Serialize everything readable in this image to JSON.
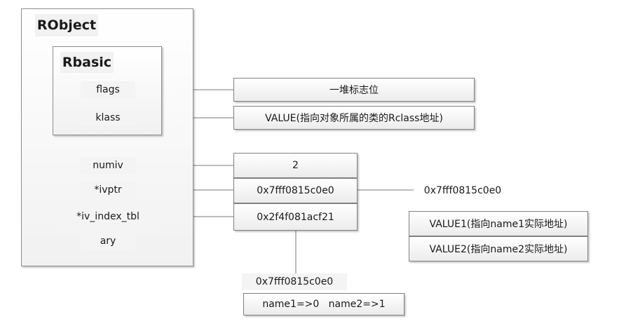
{
  "robject": {
    "title": "RObject",
    "rbasic": {
      "title": "Rbasic",
      "fields": [
        "flags",
        "klass"
      ]
    },
    "fields": [
      "numiv",
      "*ivptr",
      "*iv_index_tbl",
      "ary"
    ]
  },
  "flags_value": "一堆标志位",
  "klass_value": "VALUE(指向对象所属的类的Rclass地址)",
  "field_values": [
    "2",
    "0x7fff0815c0e0",
    "0x2f4f081acf21"
  ],
  "ivptr_address": "0x7fff0815c0e0",
  "ivptr_array": [
    "VALUE1(指向name1实际地址)",
    "VALUE2(指向name2实际地址)"
  ],
  "index_tbl_address": "0x7fff0815c0e0",
  "index_tbl_content": "name1=>0   name2=>1"
}
